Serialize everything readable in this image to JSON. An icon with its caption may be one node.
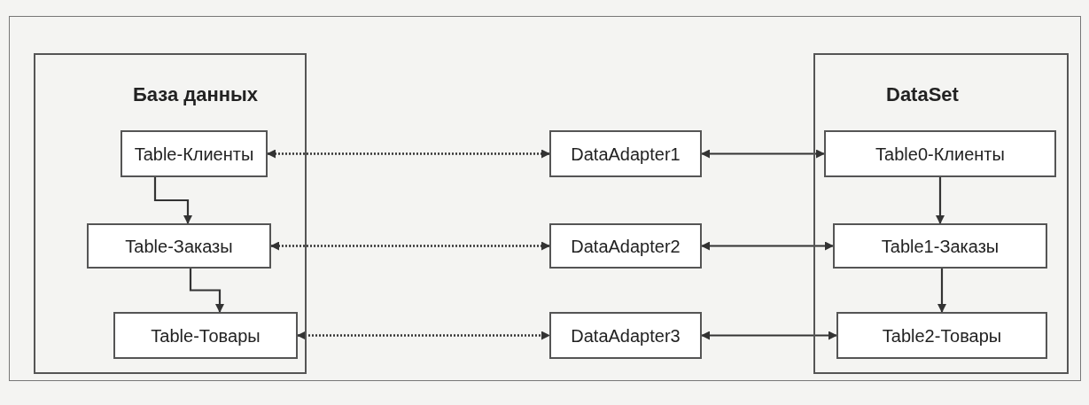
{
  "diagram": {
    "nodes": [
      {
        "text": [
          "База данных"
        ]
      },
      {
        "text": [
          "Table-Клиенты"
        ],
        "in": 0
      },
      {
        "text": [
          "Table-Заказы"
        ],
        "in": 0
      },
      {
        "text": [
          "Table-Товары"
        ],
        "in": 0
      },
      {
        "text": [
          "DataAdapter1"
        ]
      },
      {
        "text": [
          "DataAdapter2"
        ]
      },
      {
        "text": [
          "DataAdapter3"
        ]
      },
      {
        "text": [
          "DataSet"
        ]
      },
      {
        "text": [
          "Table0-Клиенты"
        ],
        "in": 7
      },
      {
        "text": [
          "Table1-Заказы"
        ],
        "in": 7
      },
      {
        "text": [
          "Table2-Товары"
        ],
        "in": 7
      }
    ],
    "edges": [
      {
        "from": 1,
        "to": 4,
        "arrow": "both",
        "style": "dashed"
      },
      {
        "from": 4,
        "to": 8,
        "arrow": "both"
      },
      {
        "from": 1,
        "to": 2,
        "arrow": "to"
      },
      {
        "from": 8,
        "to": 9,
        "arrow": "to"
      },
      {
        "from": 2,
        "to": 5,
        "arrow": "both",
        "style": "dashed"
      },
      {
        "from": 5,
        "to": 9,
        "arrow": "both"
      },
      {
        "from": 2,
        "to": 3,
        "arrow": "to"
      },
      {
        "from": 9,
        "to": 10,
        "arrow": "to"
      },
      {
        "from": 3,
        "to": 6,
        "arrow": "both",
        "style": "dashed"
      },
      {
        "from": 6,
        "to": 10,
        "arrow": "both"
      }
    ]
  }
}
